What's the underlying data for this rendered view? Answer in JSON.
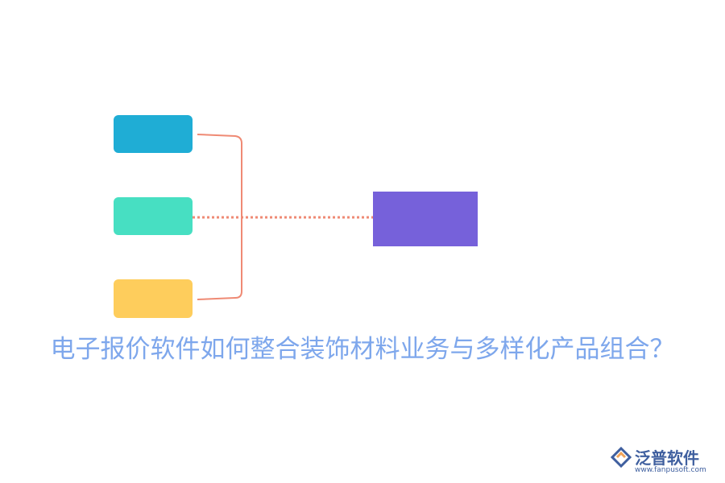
{
  "title": "电子报价软件如何整合装饰材料业务与多样化产品组合？",
  "colors": {
    "box_1": "#1fadd5",
    "box_2": "#47dfc2",
    "box_3": "#fecd5c",
    "target": "#7661da",
    "connector": "#ef8a74",
    "title": "#7ea7ec",
    "logo_text": "#3f5f9f",
    "logo_accent": "#f0a35a"
  },
  "logo": {
    "name": "泛普软件",
    "url": "www.fanpusoft.com",
    "icon": "fanpu-logo-icon"
  }
}
